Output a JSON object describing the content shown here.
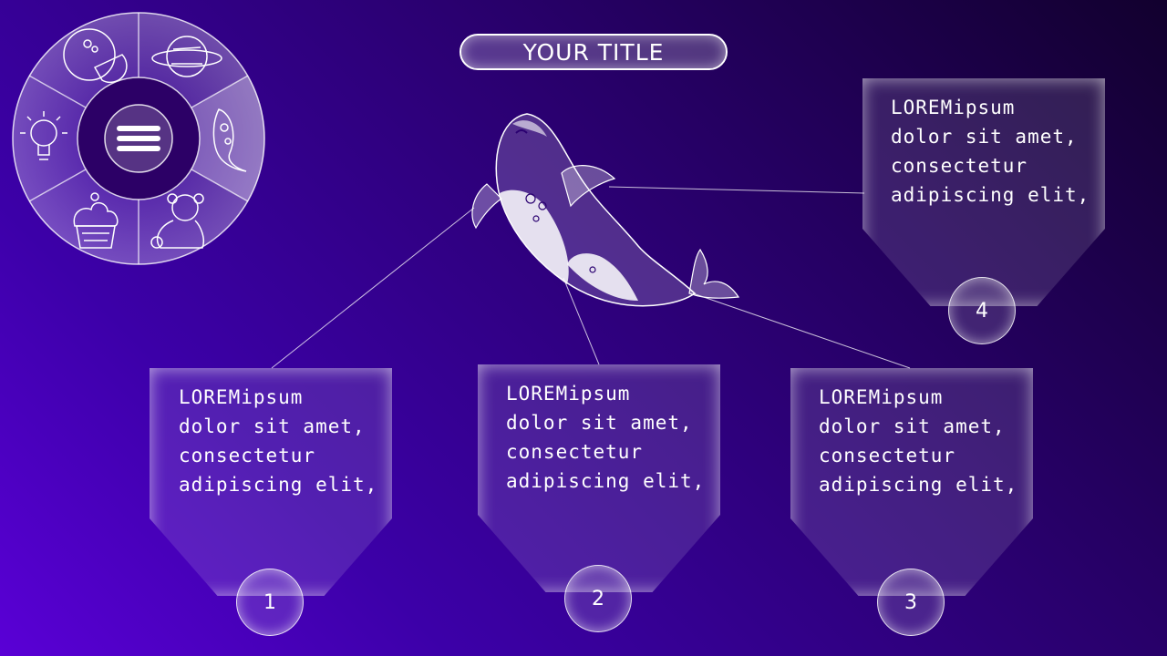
{
  "title": "YOUR TITLE",
  "cards": [
    {
      "number": "1",
      "text": "LOREMipsum\ndolor sit amet,\nconsectetur\nadipiscing elit,"
    },
    {
      "number": "2",
      "text": "LOREMipsum\ndolor sit amet,\nconsectetur\nadipiscing elit,"
    },
    {
      "number": "3",
      "text": "LOREMipsum\ndolor sit amet,\nconsectetur\nadipiscing elit,"
    },
    {
      "number": "4",
      "text": "LOREMipsum\ndolor sit amet,\nconsectetur\nadipiscing elit,"
    }
  ],
  "menu_wheel": {
    "icons": [
      "orange-icon",
      "planet-icon",
      "koi-fish-icon",
      "bear-icon",
      "cupcake-icon",
      "lightbulb-icon"
    ],
    "center_icon": "hamburger-menu-icon"
  },
  "colors": {
    "background_light": "#5a00d6",
    "background_dark": "#12002e",
    "accent": "#ffffff"
  }
}
